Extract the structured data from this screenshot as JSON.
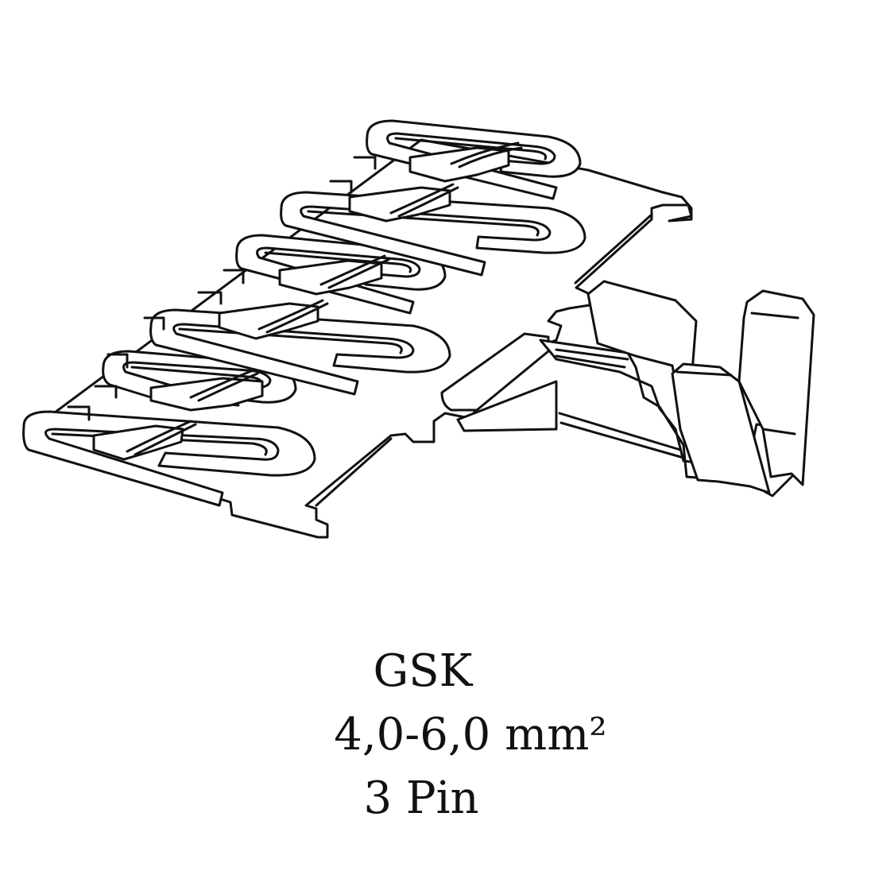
{
  "caption": {
    "line1": "GSK",
    "line2": "4,0-6,0 mm²",
    "line3": "3 Pin"
  },
  "colors": {
    "background": "#ffffff",
    "stroke": "#111111",
    "text": "#111111"
  }
}
